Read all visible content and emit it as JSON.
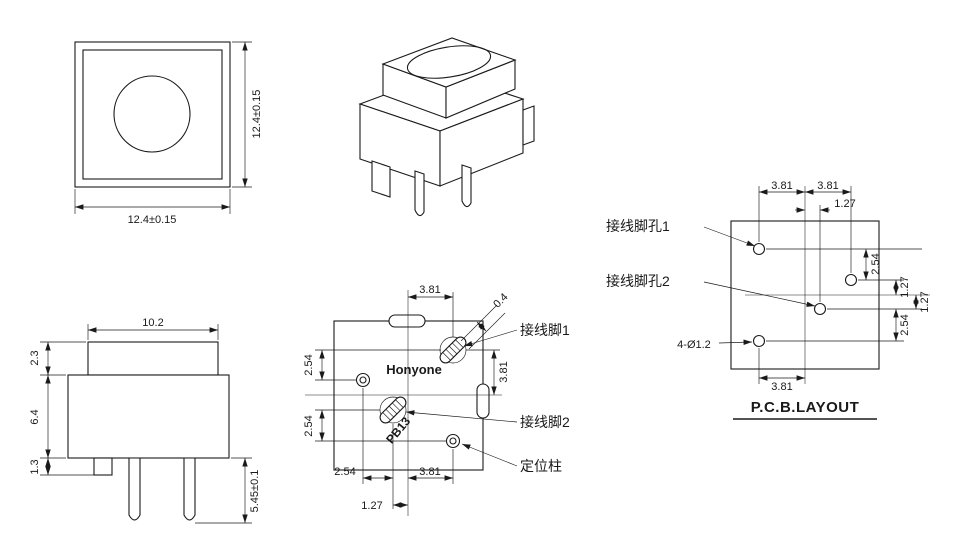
{
  "ink": "#1a1a1a",
  "front_view": {
    "dim_width": "12.4±0.15",
    "dim_height": "12.4±0.15"
  },
  "side_view": {
    "dim_cap_width": "10.2",
    "dim_cap_height": "2.3",
    "dim_body_height": "6.4",
    "dim_foot_height": "1.3",
    "dim_pin_length": "5.45±0.1"
  },
  "bottom_view": {
    "brand": "Honyone",
    "model": "PB13",
    "dim_top": "3.81",
    "dim_slot": "0.4",
    "dim_left_upper": "2.54",
    "dim_left_lower": "2.54",
    "dim_right": "3.81",
    "dim_bottom_left": "2.54",
    "dim_bottom_right": "3.81",
    "dim_bottom_center": "1.27",
    "label_pin1": "接线脚1",
    "label_pin2": "接线脚2",
    "label_post": "定位柱"
  },
  "pcb_layout": {
    "title": "P.C.B.LAYOUT",
    "dim_top_left": "3.81",
    "dim_top_right": "3.81",
    "dim_top_center": "1.27",
    "dim_right_1": "2.54",
    "dim_right_2": "1.27",
    "dim_right_3": "1.27",
    "dim_right_4": "2.54",
    "dim_bottom": "3.81",
    "hole_note": "4-Ø1.2",
    "label_hole1": "接线脚孔1",
    "label_hole2": "接线脚孔2"
  }
}
